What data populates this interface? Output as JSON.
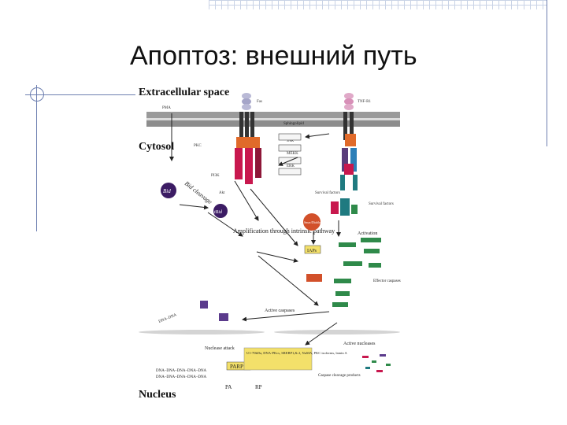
{
  "slide": {
    "title": "Апоптоз: внешний путь"
  },
  "diagram": {
    "compartments": {
      "extracellular": "Extracellular space",
      "cytosol": "Cytosol",
      "nucleus": "Nucleus"
    },
    "ligands": {
      "pma": "PMA",
      "fas": "Fas",
      "tnf": "TNF-R1",
      "sphingo": "Sphingolipid"
    },
    "kinases": {
      "pkc": "PKC",
      "pi3k": "PI3K",
      "akt": "Akt",
      "jnk": "JNK",
      "mekk": "MEKK",
      "erk": "ERK"
    },
    "bid": {
      "bid": "Bid",
      "tbid": "tBid",
      "cleavage": "Bid cleavage",
      "amplification": "Amplification through intrinsic pathway"
    },
    "factors": {
      "survival_left": "Survival factors",
      "survival_right": "Survival factors",
      "activation": "Activation",
      "iaps": "IAPs",
      "smac": "Smac/Diablo",
      "effector": "Effector caspases",
      "active_caspases": "Active caspases",
      "active_nucleases": "Active nucleases"
    },
    "nucleus": {
      "dna_top": "DNA–DNA",
      "nuclease_attack": "Nuclease attack",
      "parp": "PARP",
      "pa": "PA",
      "rp": "RP",
      "substrates": "U1-70kDa, DNA-PKcs, SREBP1,& 2, NuMA, PKC isoforms, lamin A",
      "dna_rows": [
        "DNA–DNA–DNA–DNA–DNA",
        "DNA–DNA–DNA–DNA–DNA"
      ],
      "cleavage_products": "Caspase cleavage products"
    },
    "colors": {
      "receptor": "#c8184e",
      "receptor_dark": "#8e1738",
      "teal": "#1f7a80",
      "green": "#2f8a4a",
      "orange": "#d2502a",
      "purple": "#3c1c64",
      "yellow": "#f3e06a",
      "membrane": "#8d8d8d"
    }
  }
}
